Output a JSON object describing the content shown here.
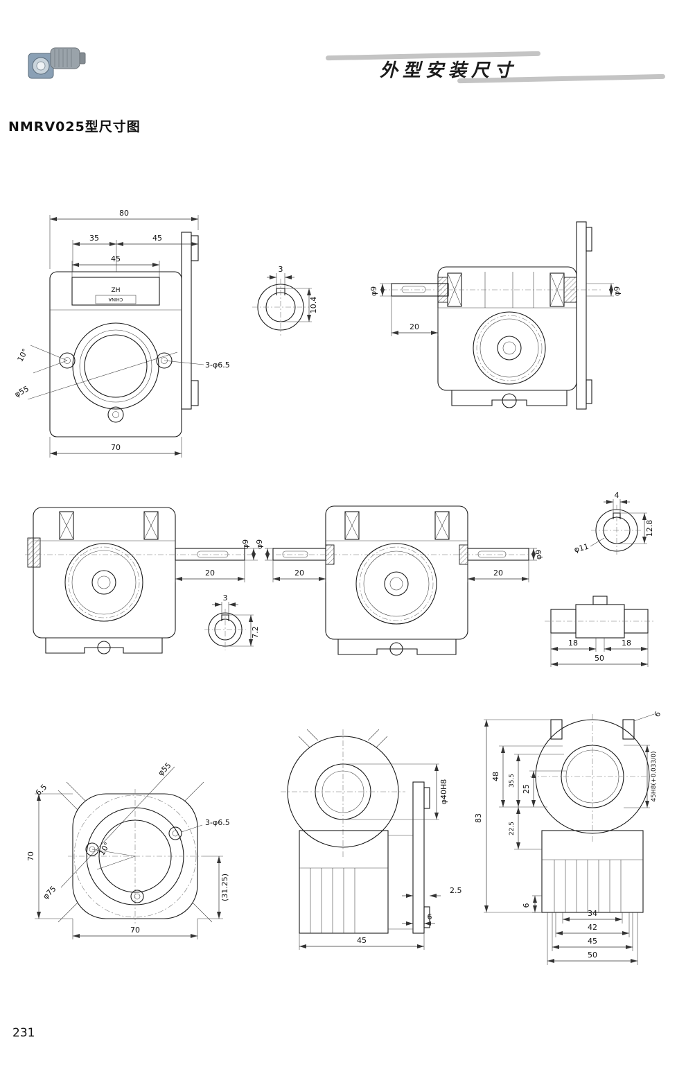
{
  "header": {
    "banner_title": "外型安装尺寸"
  },
  "page": {
    "title": "NMRV025型尺寸图",
    "number": "231"
  },
  "views": {
    "front": {
      "dims": {
        "overall_width": "80",
        "left_section": "35",
        "right_section": "45",
        "inner_width": "45",
        "zh_label": "ZH",
        "china_label": "CHINA",
        "hole_angle": "10°",
        "pilot_dia": "φ55",
        "bolt_holes": "3-φ6.5",
        "body_width": "70"
      }
    },
    "input_shaft_end": {
      "dims": {
        "key_width": "3",
        "key_depth": "10.4"
      }
    },
    "side_section": {
      "dims": {
        "input_dia_left": "φ9",
        "shaft_length": "20",
        "input_dia_right": "φ9"
      }
    },
    "section_left": {
      "dims": {
        "shaft_dia": "φ9",
        "shaft_length": "20",
        "key_width": "3",
        "key_depth": "7.2"
      }
    },
    "section_double": {
      "dims": {
        "left_dia": "φ9",
        "left_length": "20",
        "right_dia": "φ9",
        "right_length": "20"
      }
    },
    "output_shaft_end": {
      "dims": {
        "key_width": "4",
        "key_depth": "12.8",
        "shaft_dia": "φ11"
      }
    },
    "worm_shaft": {
      "dims": {
        "left_length": "18",
        "right_length": "18",
        "total_length": "50"
      }
    },
    "bottom_face": {
      "dims": {
        "slot_width": "6.5",
        "pilot_dia": "φ55",
        "bolt_holes": "3-φ6.5",
        "hole_angle": "10°",
        "flange_dia": "φ75",
        "height": "70",
        "center_offset": "(31.25)",
        "width": "70"
      }
    },
    "output_side": {
      "dims": {
        "bore": "φ40H8",
        "flange_thickness": "2.5",
        "flange_offset": "6",
        "body_depth": "45"
      }
    },
    "rear": {
      "dims": {
        "slot_width": "6",
        "h48": "48",
        "h35_5": "35.5",
        "h25": "25",
        "overall_height": "83",
        "h22_5": "22.5",
        "bore": "45H8(+0.033/0)",
        "foot_height": "6",
        "w34": "34",
        "w42": "42",
        "w45": "45",
        "w50": "50"
      }
    }
  }
}
